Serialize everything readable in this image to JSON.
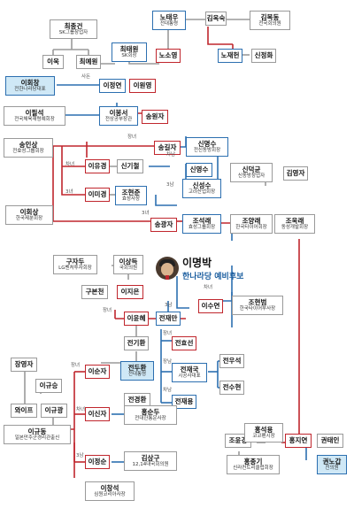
{
  "title": {
    "name": "이명박",
    "subtitle": "한나라당 예비후보"
  },
  "colors": {
    "blue": "#2c6fb0",
    "red": "#c0262d",
    "gray": "#9a9a9a",
    "highlight": "#cfe8f6"
  },
  "nodes": {
    "choi_jonggeon": {
      "name": "최종건",
      "title": "SK그룹창업자"
    },
    "noh_taewoo": {
      "name": "노태우",
      "title": "전대통령"
    },
    "kim_oksuk": {
      "name": "김옥숙",
      "title": ""
    },
    "kim_bokdong": {
      "name": "김복동",
      "title": "전국회의원"
    },
    "lee_wook": {
      "name": "이욱",
      "title": ""
    },
    "choi_yewon": {
      "name": "최예원",
      "title": ""
    },
    "choi_taewon": {
      "name": "최태원",
      "title": "SK회장"
    },
    "noh_soyoung": {
      "name": "노소영",
      "title": ""
    },
    "noh_jaeheon": {
      "name": "노재헌",
      "title": ""
    },
    "shin_jeonghwa": {
      "name": "신정화",
      "title": ""
    },
    "lee_hoichang": {
      "name": "이회창",
      "title": "전한나라당대표"
    },
    "lee_jeongyeon": {
      "name": "이정연",
      "title": ""
    },
    "lee_wonyoung": {
      "name": "이원영",
      "title": ""
    },
    "lee_pilseok": {
      "name": "이필석",
      "title": "전국체육재령예회장"
    },
    "lee_bongseo": {
      "name": "이봉서",
      "title": "전상공부장관"
    },
    "song_myungja": {
      "name": "송원자",
      "title": ""
    },
    "song_insang": {
      "name": "송인상",
      "title": "전효성그룹회장"
    },
    "song_gilja": {
      "name": "송길자",
      "title": ""
    },
    "shin_myeongsu": {
      "name": "신명수",
      "title": "전신동방회장"
    },
    "lee_yukyung": {
      "name": "이유경",
      "title": ""
    },
    "shin_giltae": {
      "name": "신기철",
      "title": ""
    },
    "shin_youngsu": {
      "name": "신영수",
      "title": ""
    },
    "shin_deokgyun": {
      "name": "신덕균",
      "title": "신동방창업자"
    },
    "kim_youngja": {
      "name": "김영자",
      "title": ""
    },
    "lee_migyeong": {
      "name": "이미경",
      "title": ""
    },
    "jo_hyunjun": {
      "name": "조현준",
      "title": "효성사장"
    },
    "shin_seongsu": {
      "name": "신성수",
      "title": "고려산업회장"
    },
    "lee_hoesang": {
      "name": "이회상",
      "title": "한국제분회장"
    },
    "song_gwangja": {
      "name": "송광자",
      "title": ""
    },
    "jo_seokrae": {
      "name": "조석래",
      "title": "효성그룹회장"
    },
    "jo_yanglae": {
      "name": "조양래",
      "title": "한국타이어회장"
    },
    "jo_uklae": {
      "name": "조욱래",
      "title": "동성개발회장"
    },
    "koo_jamu": {
      "name": "구자두",
      "title": "LG벤처투자회장"
    },
    "lee_sangdeuk": {
      "name": "이상득",
      "title": "국회의원"
    },
    "koo_boncheon": {
      "name": "구본천",
      "title": ""
    },
    "lee_jieun": {
      "name": "이지은",
      "title": ""
    },
    "lee_suyeon": {
      "name": "이수연",
      "title": ""
    },
    "jo_hyunbum": {
      "name": "조현범",
      "title": "한국타이어부사장"
    },
    "lee_yunhye": {
      "name": "이윤혜",
      "title": ""
    },
    "jeon_jaeman": {
      "name": "전재만",
      "title": ""
    },
    "jeon_gihwan": {
      "name": "전기환",
      "title": ""
    },
    "jeon_hyoseon": {
      "name": "전효선",
      "title": ""
    },
    "jang_youngja": {
      "name": "장영자",
      "title": ""
    },
    "lee_sunja": {
      "name": "이순자",
      "title": ""
    },
    "jeon_doohwan": {
      "name": "전두환",
      "title": "전대통령"
    },
    "jeon_jaeguk": {
      "name": "전재국",
      "title": "시공사대표"
    },
    "jeon_wooseok": {
      "name": "전우석",
      "title": ""
    },
    "jeon_gyeonghwan": {
      "name": "전경환",
      "title": ""
    },
    "jeon_suhyun": {
      "name": "전수현",
      "title": ""
    },
    "lee_gyuseung": {
      "name": "이규승",
      "title": ""
    },
    "jeon_jaeyong": {
      "name": "전재용",
      "title": ""
    },
    "wa_ippeu": {
      "name": "와이프",
      "title": ""
    },
    "lee_gyugwang": {
      "name": "이규광",
      "title": ""
    },
    "lee_sinja": {
      "name": "이신자",
      "title": ""
    },
    "hong_sundoo": {
      "name": "홍순두",
      "title": "전대한통운사장"
    },
    "lee_gyudong": {
      "name": "이규동",
      "title": "일본만주군경리관출신"
    },
    "lee_jeongsun": {
      "name": "이정순",
      "title": ""
    },
    "kim_sanggu": {
      "name": "김상구",
      "title": "12,14대국회의원"
    },
    "jo_yoonkyung": {
      "name": "조윤경",
      "title": ""
    },
    "hong_seokyong": {
      "name": "홍석용",
      "title": "코코펜시장"
    },
    "hong_jiyeon": {
      "name": "홍지연",
      "title": ""
    },
    "kwon_taein": {
      "name": "권태인",
      "title": ""
    },
    "hong_jonggi": {
      "name": "홍종기",
      "title": "신라컨트리클럽회장"
    },
    "kwon_nogap": {
      "name": "권노갑",
      "title": "전의원"
    },
    "lee_changseok": {
      "name": "이창석",
      "title": "심원코리아사장"
    }
  },
  "relations": {
    "r_sahwon": "사돈",
    "r_jangnyeo1": "장녀",
    "r_chanyeo1": "차녀",
    "r_samnyeo1": "3녀",
    "r_chanam1": "차남",
    "r_samnam1": "3남",
    "r_jangnyeo2": "장녀",
    "r_samnam2": "3남",
    "r_jangnyeo3": "장녀",
    "r_chanyeo2": "차녀",
    "r_samnyeo2": "3녀",
    "r_jangnam": "장남",
    "r_chanam2": "차남",
    "r_samnam3": "3남",
    "r_namnyeo": "장녀"
  }
}
